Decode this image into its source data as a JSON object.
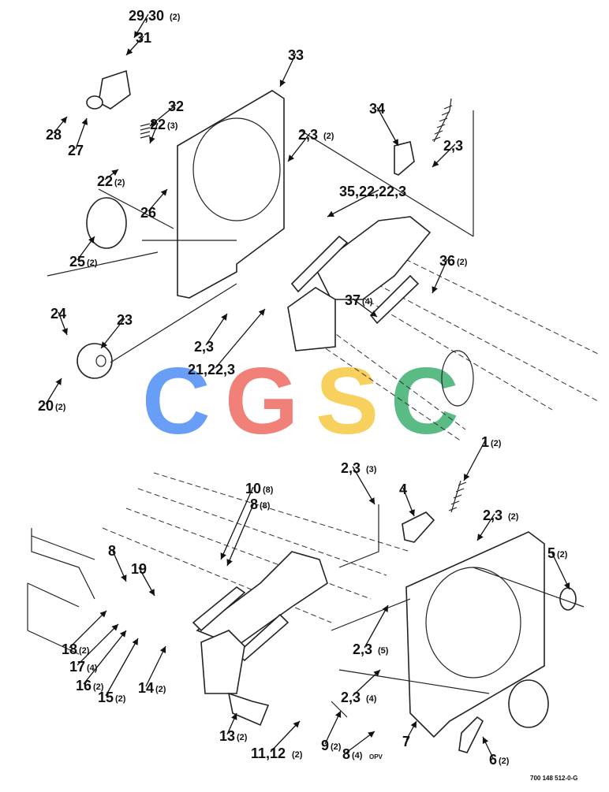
{
  "labels": [
    {
      "n": "29,30",
      "c": "(2)"
    },
    {
      "n": "31",
      "c": ""
    },
    {
      "n": "33",
      "c": ""
    },
    {
      "n": "32",
      "c": ""
    },
    {
      "n": "22",
      "c": "(3)"
    },
    {
      "n": "28",
      "c": ""
    },
    {
      "n": "27",
      "c": ""
    },
    {
      "n": "22",
      "c": "(2)"
    },
    {
      "n": "26",
      "c": ""
    },
    {
      "n": "25",
      "c": "(2)"
    },
    {
      "n": "24",
      "c": ""
    },
    {
      "n": "23",
      "c": ""
    },
    {
      "n": "20",
      "c": "(2)"
    },
    {
      "n": "34",
      "c": ""
    },
    {
      "n": "2,3",
      "c": "(2)"
    },
    {
      "n": "2,3",
      "c": ""
    },
    {
      "n": "35,22,22,3",
      "c": ""
    },
    {
      "n": "36",
      "c": "(2)"
    },
    {
      "n": "37",
      "c": "(4)"
    },
    {
      "n": "2,3",
      "c": ""
    },
    {
      "n": "21,22,3",
      "c": ""
    },
    {
      "n": "1",
      "c": "(2)"
    },
    {
      "n": "2,3",
      "c": "(3)"
    },
    {
      "n": "4",
      "c": ""
    },
    {
      "n": "2,3",
      "c": "(2)"
    },
    {
      "n": "5",
      "c": "(2)"
    },
    {
      "n": "10",
      "c": "(8)"
    },
    {
      "n": "8",
      "c": "(8)"
    },
    {
      "n": "8",
      "c": ""
    },
    {
      "n": "19",
      "c": ""
    },
    {
      "n": "18",
      "c": "(2)"
    },
    {
      "n": "17",
      "c": "(4)"
    },
    {
      "n": "16",
      "c": "(2)"
    },
    {
      "n": "15",
      "c": "(2)"
    },
    {
      "n": "14",
      "c": "(2)"
    },
    {
      "n": "2,3",
      "c": "(5)"
    },
    {
      "n": "2,3",
      "c": "(4)"
    },
    {
      "n": "13",
      "c": "(2)"
    },
    {
      "n": "11,12",
      "c": "(2)"
    },
    {
      "n": "9",
      "c": "(2)"
    },
    {
      "n": "8",
      "c": "(4)",
      "s": "OPV"
    },
    {
      "n": "7",
      "c": ""
    },
    {
      "n": "6",
      "c": "(2)"
    }
  ],
  "watermark": {
    "text": [
      "C",
      "G",
      "S",
      "C"
    ],
    "colors": [
      "#4f8ef5",
      "#ef6a62",
      "#f6c842",
      "#3eb06f"
    ]
  },
  "part_code": "700 148 512-0-G"
}
